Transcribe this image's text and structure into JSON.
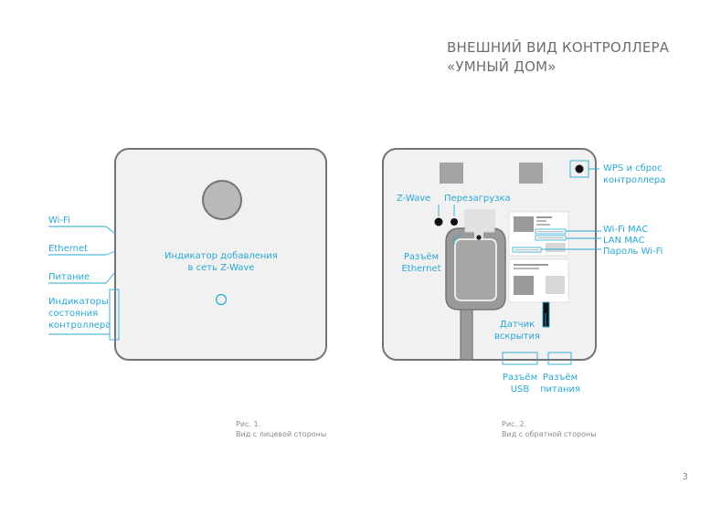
{
  "title": {
    "line1": "ВНЕШНИЙ ВИД КОНТРОЛЛЕРА",
    "line2": "«УМНЫЙ ДОМ»"
  },
  "front": {
    "labels": {
      "wifi": "Wi-Fi",
      "ethernet": "Ethernet",
      "power": "Питание",
      "indicators_1": "Индикаторы",
      "indicators_2": "состояния",
      "indicators_3": "контроллера",
      "zwave_ind_1": "Индикатор добавления",
      "zwave_ind_2": "в сеть Z-Wave"
    },
    "caption": {
      "line1": "Рис. 1.",
      "line2": "Вид с лицевой стороны"
    }
  },
  "back": {
    "labels": {
      "wps_1": "WPS и сброс",
      "wps_2": "контроллера",
      "zwave": "Z-Wave",
      "reboot": "Перезагрузка",
      "ethernet_port_1": "Разъём",
      "ethernet_port_2": "Ethernet",
      "wifi_mac": "Wi-Fi MAC",
      "lan_mac": "LAN MAC",
      "wifi_password": "Пароль Wi-Fi",
      "tamper_1": "Датчик",
      "tamper_2": "вскрытия",
      "usb_1": "Разъём",
      "usb_2": "USB",
      "power_port_1": "Разъём",
      "power_port_2": "питания"
    },
    "caption": {
      "line1": "Рис. 2.",
      "line2": "Вид с обратной стороны"
    }
  },
  "page_number": "3",
  "colors": {
    "accent": "#29a8d3",
    "device_fill": "#f1f1f1",
    "device_stroke": "#737476",
    "block_gray": "#9a9a9a",
    "text_gray": "#6d6e70"
  }
}
